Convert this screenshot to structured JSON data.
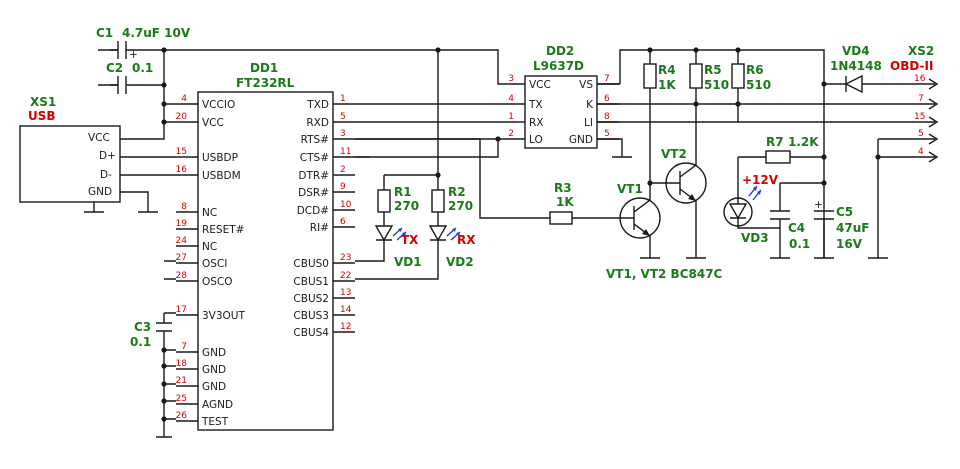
{
  "parts": {
    "c1": {
      "ref": "C1",
      "value": "4.7uF 10V"
    },
    "c2": {
      "ref": "C2",
      "value": "0.1"
    },
    "c3": {
      "ref": "C3",
      "value": "0.1"
    },
    "c4": {
      "ref": "C4",
      "value": "0.1"
    },
    "c5": {
      "ref": "C5",
      "value": "47uF",
      "value2": "16V"
    },
    "r1": {
      "ref": "R1",
      "value": "270"
    },
    "r2": {
      "ref": "R2",
      "value": "270"
    },
    "r3": {
      "ref": "R3",
      "value": "1K"
    },
    "r4": {
      "ref": "R4",
      "value": "1K"
    },
    "r5": {
      "ref": "R5",
      "value": "510"
    },
    "r6": {
      "ref": "R6",
      "value": "510"
    },
    "r7": {
      "ref": "R7",
      "value": "1.2K"
    },
    "vd1": {
      "ref": "VD1",
      "tag": "TX"
    },
    "vd2": {
      "ref": "VD2",
      "tag": "RX"
    },
    "vd3": {
      "ref": "VD3",
      "tag": "+12V"
    },
    "vd4": {
      "ref": "VD4",
      "value": "1N4148"
    },
    "vt1": {
      "ref": "VT1"
    },
    "vt2": {
      "ref": "VT2"
    },
    "vt_note": "VT1, VT2 BC847C"
  },
  "xs1": {
    "ref": "XS1",
    "name": "USB",
    "pins": [
      "VCC",
      "D+",
      "D-",
      "GND"
    ]
  },
  "dd1": {
    "ref": "DD1",
    "name": "FT232RL",
    "left_pins": [
      {
        "num": "4",
        "name": "VCCIO"
      },
      {
        "num": "20",
        "name": "VCC"
      },
      {
        "num": "15",
        "name": "USBDP"
      },
      {
        "num": "16",
        "name": "USBDM"
      },
      {
        "num": "8",
        "name": "NC"
      },
      {
        "num": "19",
        "name": "RESET#"
      },
      {
        "num": "24",
        "name": "NC"
      },
      {
        "num": "27",
        "name": "OSCI"
      },
      {
        "num": "28",
        "name": "OSCO"
      },
      {
        "num": "17",
        "name": "3V3OUT"
      },
      {
        "num": "7",
        "name": "GND"
      },
      {
        "num": "18",
        "name": "GND"
      },
      {
        "num": "21",
        "name": "GND"
      },
      {
        "num": "25",
        "name": "AGND"
      },
      {
        "num": "26",
        "name": "TEST"
      }
    ],
    "right_pins": [
      {
        "num": "1",
        "name": "TXD"
      },
      {
        "num": "5",
        "name": "RXD"
      },
      {
        "num": "3",
        "name": "RTS#"
      },
      {
        "num": "11",
        "name": "CTS#"
      },
      {
        "num": "2",
        "name": "DTR#"
      },
      {
        "num": "9",
        "name": "DSR#"
      },
      {
        "num": "10",
        "name": "DCD#"
      },
      {
        "num": "6",
        "name": "RI#"
      },
      {
        "num": "23",
        "name": "CBUS0"
      },
      {
        "num": "22",
        "name": "CBUS1"
      },
      {
        "num": "13",
        "name": "CBUS2"
      },
      {
        "num": "14",
        "name": "CBUS3"
      },
      {
        "num": "12",
        "name": "CBUS4"
      }
    ]
  },
  "dd2": {
    "ref": "DD2",
    "name": "L9637D",
    "left_pins": [
      {
        "num": "3",
        "name": "VCC"
      },
      {
        "num": "4",
        "name": "TX"
      },
      {
        "num": "1",
        "name": "RX"
      },
      {
        "num": "2",
        "name": "LO"
      }
    ],
    "right_pins": [
      {
        "num": "7",
        "name": "VS"
      },
      {
        "num": "6",
        "name": "K"
      },
      {
        "num": "8",
        "name": "LI"
      },
      {
        "num": "5",
        "name": "GND"
      }
    ]
  },
  "xs2": {
    "ref": "XS2",
    "name": "OBD-II",
    "pins": [
      "16",
      "7",
      "15",
      "5",
      "4"
    ]
  },
  "colors": {
    "wire": "#1a1a1a",
    "label": "#1a7a1a",
    "pin_number": "#d40000",
    "led_arrow": "#1e3cd0"
  }
}
